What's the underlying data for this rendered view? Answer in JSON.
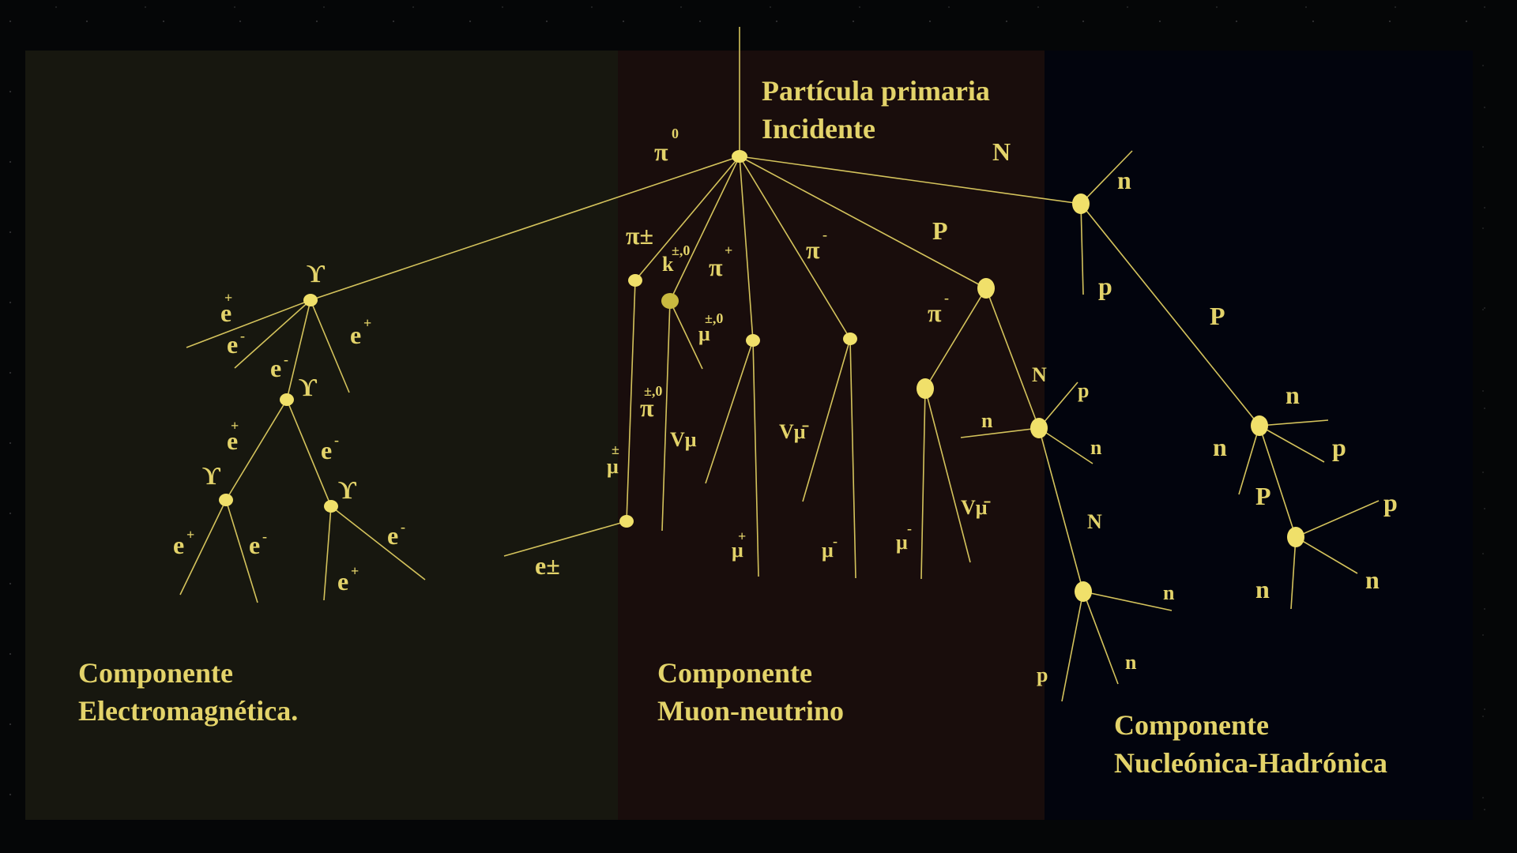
{
  "colors": {
    "ink": "#e3d36a",
    "line": "#d4c35c",
    "node": "#f0e06a",
    "panel_em": "#17170f",
    "panel_mu": "#190d0c",
    "panel_nh": "#02040d"
  },
  "primary": {
    "line1": "Partícula primaria",
    "line2": "Incidente"
  },
  "components": {
    "em": {
      "line1": "Componente",
      "line2": "Electromagnética."
    },
    "mu": {
      "line1": "Componente",
      "line2": "Muon-neutrino"
    },
    "nh": {
      "line1": "Componente",
      "line2": "Nucleónica-Hadrónica"
    }
  },
  "particles": {
    "pi": "π",
    "gamma": "ϒ",
    "e": "e",
    "mu": "μ",
    "k": "k",
    "N": "N",
    "P": "P",
    "n": "n",
    "p": "p",
    "nu_mu": "Vμ",
    "nu_mu_bar": "Vμ̄",
    "e_pm": "e±",
    "mu_pm": "μ±",
    "pi_pm": "π±"
  },
  "charges": {
    "zero": "0",
    "plus": "+",
    "minus": "-",
    "pm": "±",
    "pm0": "±,0"
  }
}
